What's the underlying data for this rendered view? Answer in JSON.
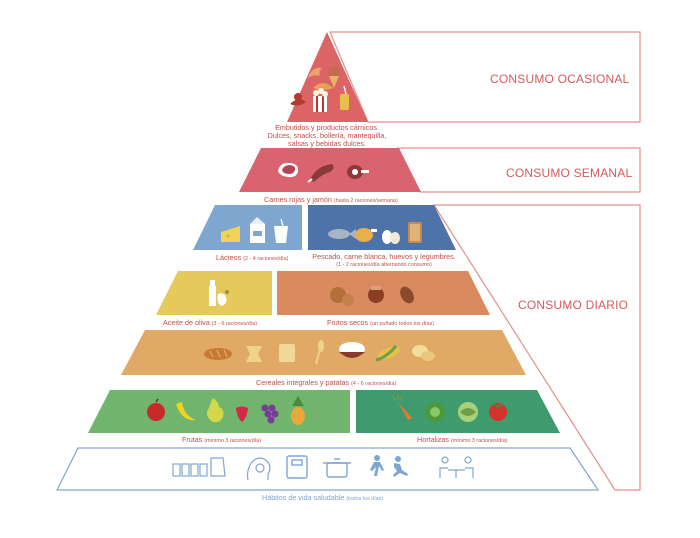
{
  "categories": {
    "occasional": "CONSUMO OCASIONAL",
    "weekly": "CONSUMO SEMANAL",
    "daily": "CONSUMO DIARIO"
  },
  "levels": {
    "top": {
      "caption_lines": [
        "Embutidos y productos cárnicos.",
        "Dulces, snacks, bollería, mantequilla,",
        "salsas y bebidas dulces."
      ],
      "color": "#dc6464",
      "icons": [
        "shrimp-icon",
        "ice-cream-icon",
        "croissant-icon",
        "sausage-icon",
        "popcorn-icon",
        "soda-can-icon"
      ]
    },
    "weekly": {
      "caption": "Carnes rojas y jamón",
      "caption_note": "(hasta 2 raciones/semana)",
      "color": "#d9636f",
      "icons": [
        "steak-icon",
        "ham-icon",
        "meat-leg-icon"
      ]
    },
    "dairy": {
      "caption": "Lácteos",
      "caption_note": "(2 - 4 raciones/día)",
      "color": "#7ea6cf",
      "icons": [
        "cheese-icon",
        "milk-carton-icon",
        "yogurt-icon"
      ]
    },
    "protein": {
      "caption": "Pescado, carne blanca, huevos y legumbres.",
      "caption_note": "(1 - 2 raciones/día alternando consumo)",
      "color": "#4d73a8",
      "icons": [
        "fish-icon",
        "chicken-icon",
        "eggs-icon",
        "legumes-icon"
      ]
    },
    "oil": {
      "caption": "Aceite de oliva",
      "caption_note": "(3 - 6 raciones/día)",
      "color": "#e5c95a",
      "icons": [
        "oil-bottle-icon"
      ]
    },
    "nuts": {
      "caption": "Frutos secos",
      "caption_note": "(un puñado todos los días)",
      "color": "#d98a5e",
      "icons": [
        "walnut-icon",
        "hazelnut-icon",
        "almond-icon"
      ]
    },
    "cereals": {
      "caption": "Cereales integrales y patatas",
      "caption_note": "(4 - 6 raciones/día)",
      "color": "#e0a966",
      "icons": [
        "bread-icon",
        "pasta-icon",
        "biscuit-icon",
        "wheat-icon",
        "rice-bowl-icon",
        "corn-icon",
        "potato-icon"
      ]
    },
    "fruits": {
      "caption": "Frutas",
      "caption_note": "(mínimo 3 raciones/día)",
      "color": "#71b46d",
      "icons": [
        "apple-icon",
        "banana-icon",
        "pear-icon",
        "strawberry-icon",
        "grapes-icon",
        "pineapple-icon"
      ]
    },
    "vegetables": {
      "caption": "Hortalizas",
      "caption_note": "(mínimo 3 raciones/día)",
      "color": "#3f9a6e",
      "icons": [
        "carrot-icon",
        "lettuce-icon",
        "cabbage-icon",
        "tomato-icon"
      ]
    },
    "base": {
      "caption": "Hábitos de vida saludable",
      "caption_note": "(todos los días)",
      "border_color": "#7ea6cf",
      "icons": [
        "water-glasses-icon",
        "mind-icon",
        "scale-icon",
        "cooking-pot-icon",
        "exercise-icon",
        "social-meal-icon"
      ]
    }
  },
  "colors": {
    "bracket": "#e0918c",
    "category_text": "#d25b5b",
    "caption_text": "#c0504d"
  }
}
